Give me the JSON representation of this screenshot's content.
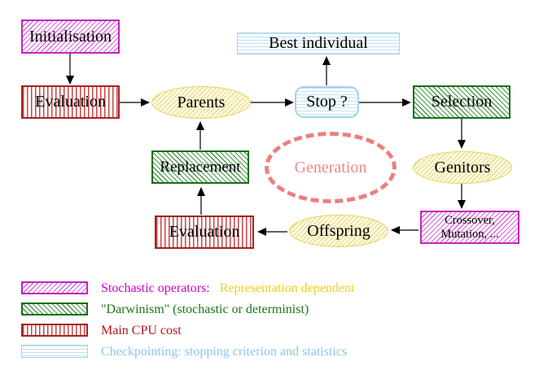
{
  "diagram": {
    "nodes": {
      "initialisation": {
        "label": "Initialisation"
      },
      "evaluation_top": {
        "label": "Evaluation"
      },
      "best_individual": {
        "label": "Best individual"
      },
      "parents": {
        "label": "Parents"
      },
      "stop": {
        "label": "Stop ?"
      },
      "selection": {
        "label": "Selection"
      },
      "replacement": {
        "label": "Replacement"
      },
      "generation": {
        "label": "Generation"
      },
      "genitors": {
        "label": "Genitors"
      },
      "offspring": {
        "label": "Offspring"
      },
      "evaluation_bottom": {
        "label": "Evaluation"
      },
      "crossover": {
        "line1": "Crossover,",
        "line2": "Mutation, ..."
      }
    },
    "edges": [
      "initialisation->evaluation_top",
      "evaluation_top->parents",
      "parents->stop",
      "stop->best_individual",
      "stop->selection",
      "selection->genitors",
      "genitors->crossover",
      "crossover->offspring",
      "offspring->evaluation_bottom",
      "evaluation_bottom->replacement",
      "replacement->parents"
    ],
    "colors": {
      "magenta_border": "#c026c0",
      "green_border": "#186f18",
      "red_border": "#a32222",
      "cyan_border": "#a5d2e6",
      "yellow_border": "#e3d35c",
      "generation_dash": "#ee7e7e",
      "legend_magenta_text": "#cc00cc",
      "legend_gold_text": "#edd01e",
      "legend_green_text": "#187818",
      "legend_red_text": "#b41414",
      "legend_blue_text": "#8cc6e6"
    },
    "legend": {
      "items": [
        {
          "style": "magenta-hatch",
          "label": "Stochastic operators:",
          "label2": "Representation dependent"
        },
        {
          "style": "green-hatch",
          "label": "\"Darwinism\" (stochastic or determinist)"
        },
        {
          "style": "red-stripe",
          "label": "Main CPU cost"
        },
        {
          "style": "cyan-stripe",
          "label": "Checkpointing: stopping criterion and statistics"
        }
      ]
    }
  }
}
